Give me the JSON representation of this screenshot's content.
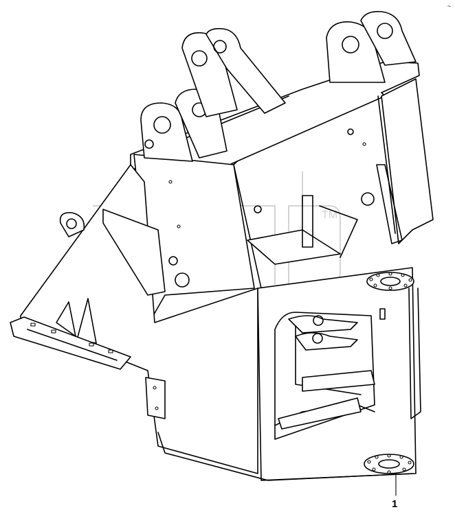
{
  "diagram": {
    "callouts": [
      {
        "id": "1",
        "label": "1"
      }
    ],
    "corner_mark": "~",
    "watermark": {
      "text": "TM"
    }
  }
}
